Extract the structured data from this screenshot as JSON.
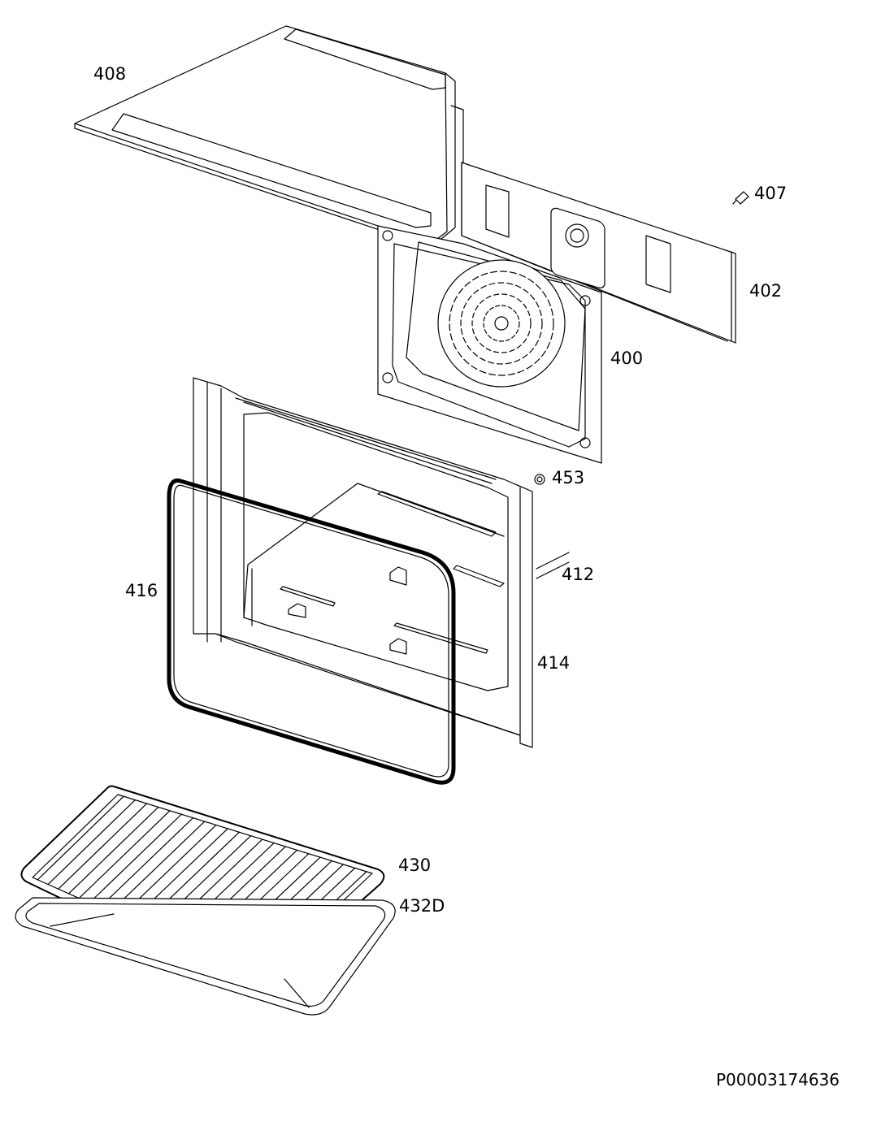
{
  "parts": [
    {
      "id": "p408",
      "label": "408",
      "name": "top-cover-plate"
    },
    {
      "id": "p407",
      "label": "407",
      "name": "screw"
    },
    {
      "id": "p402",
      "label": "402",
      "name": "rear-bracket-panel"
    },
    {
      "id": "p400",
      "label": "400",
      "name": "back-wall-fan-cover"
    },
    {
      "id": "p453",
      "label": "453",
      "name": "clip"
    },
    {
      "id": "p412",
      "label": "412",
      "name": "cavity-liner"
    },
    {
      "id": "p416",
      "label": "416",
      "name": "door-seal-gasket"
    },
    {
      "id": "p414",
      "label": "414",
      "name": "front-frame"
    },
    {
      "id": "p430",
      "label": "430",
      "name": "wire-shelf-rack"
    },
    {
      "id": "p432D",
      "label": "432D",
      "name": "baking-tray"
    }
  ],
  "document_code": "P00003174636"
}
